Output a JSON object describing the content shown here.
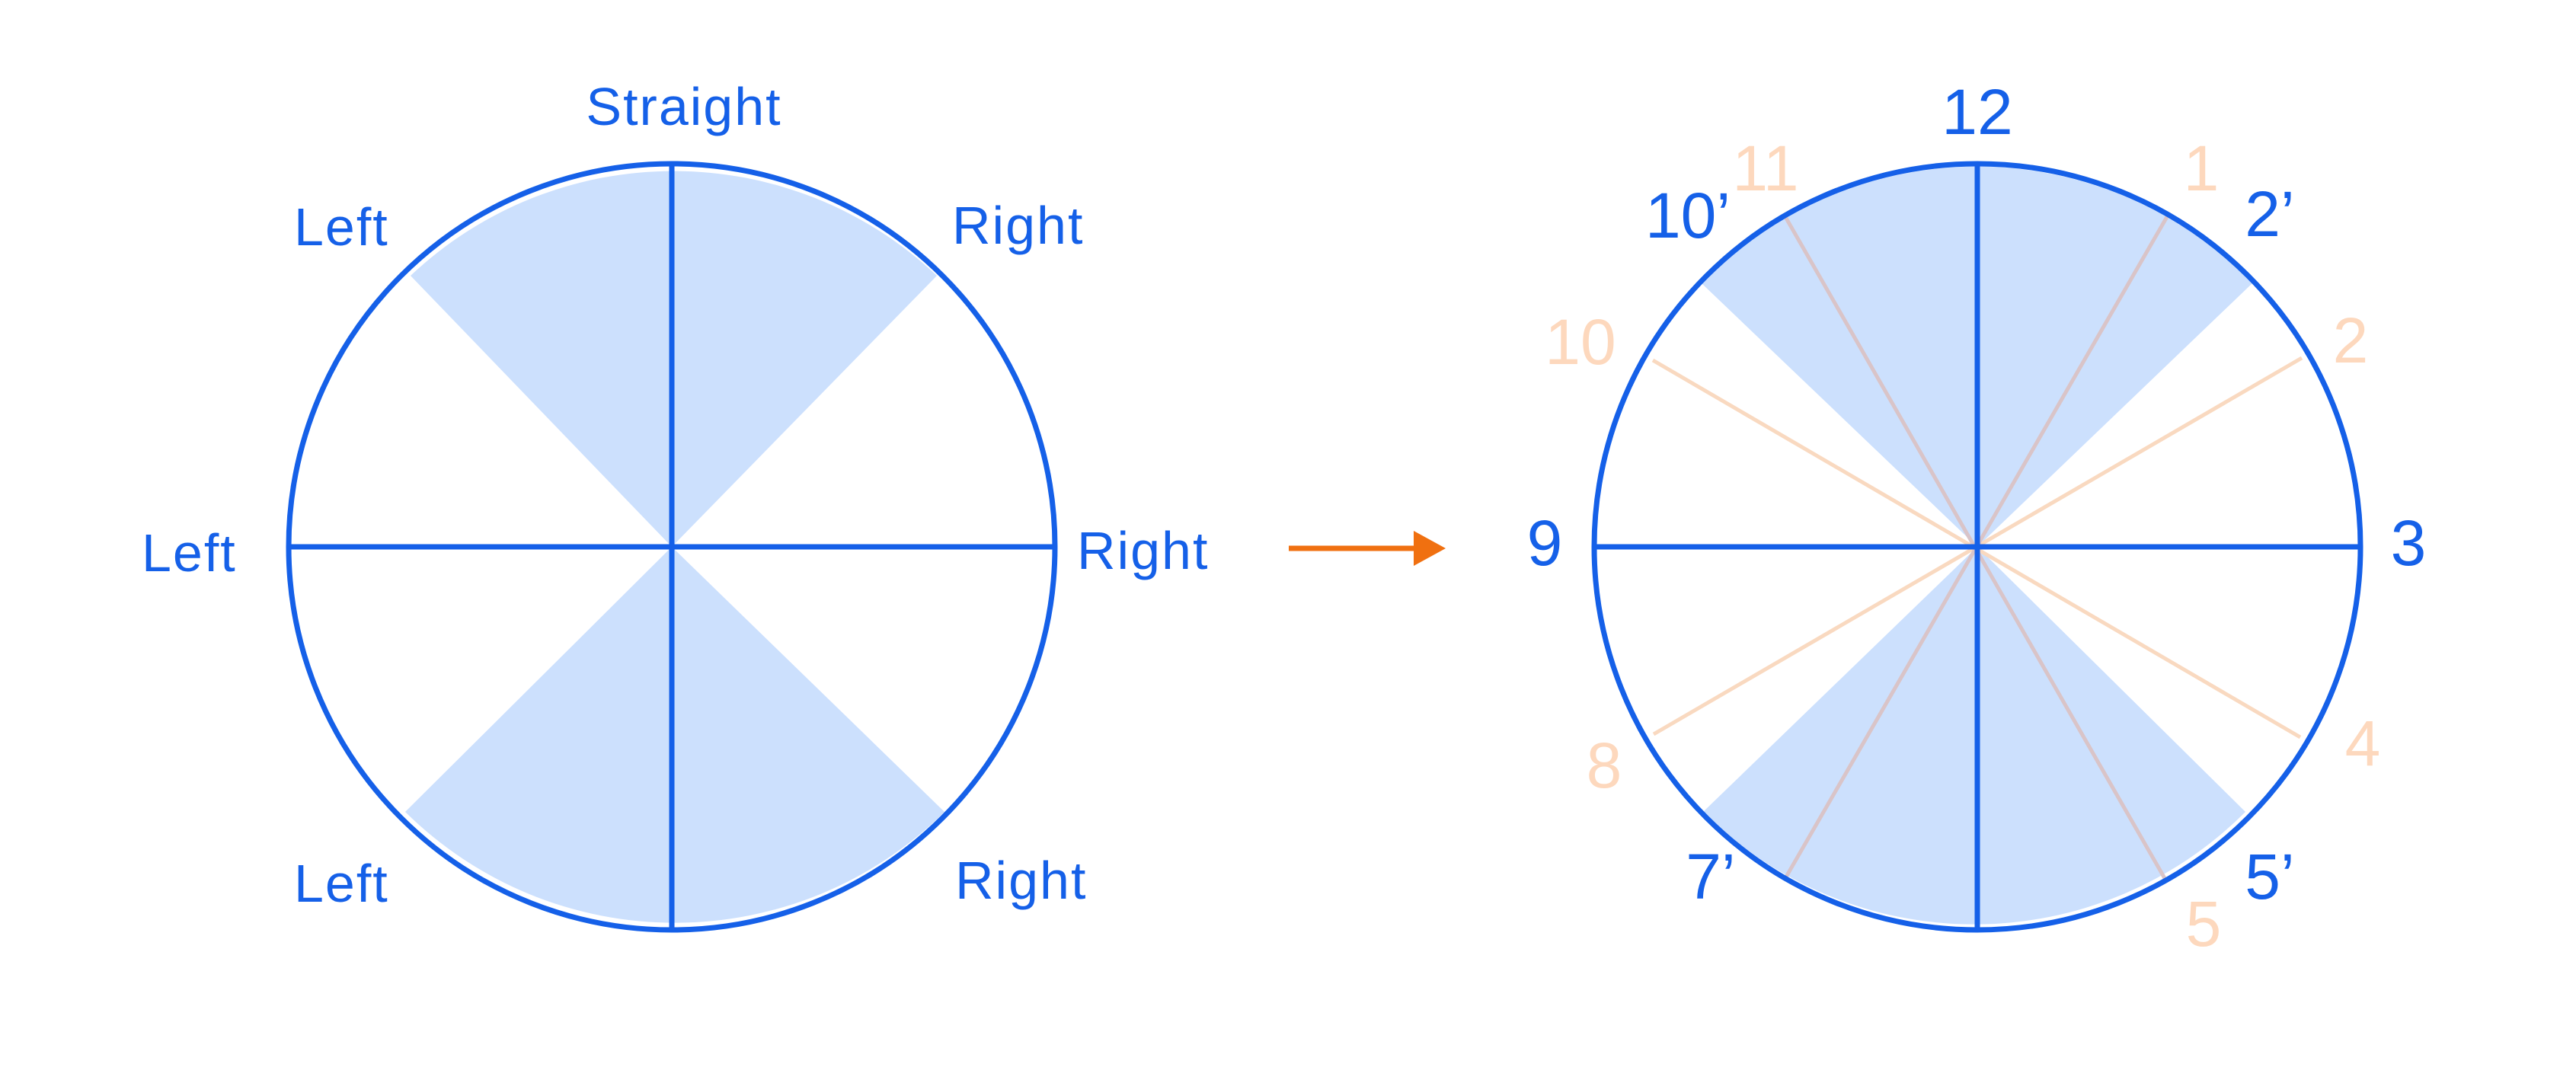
{
  "colors": {
    "primary": "#1560e8",
    "fill": "#cce0fd",
    "secondary": "#fdd8bd",
    "secondary_line": "#f9d9c0",
    "mid_line": "#d9c4c8",
    "arrow": "#f07010"
  },
  "left_diagram": {
    "labels": {
      "straight": "Straight",
      "upper_left": "Left",
      "upper_right": "Right",
      "middle_left": "Left",
      "middle_right": "Right",
      "lower_left": "Left",
      "lower_right": "Right"
    }
  },
  "right_diagram": {
    "primary_labels": {
      "twelve": "12",
      "three": "3",
      "nine": "9",
      "ten_prime": "10’",
      "two_prime": "2’",
      "seven_prime": "7’",
      "five_prime": "5’"
    },
    "secondary_labels": {
      "eleven": "11",
      "one": "1",
      "ten": "10",
      "two": "2",
      "eight": "8",
      "four": "4",
      "five": "5"
    }
  },
  "arrow_icon": "right-arrow-icon"
}
